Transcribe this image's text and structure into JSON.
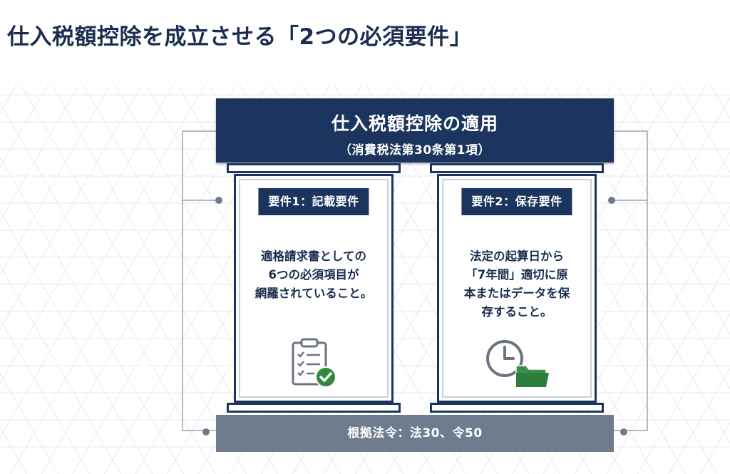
{
  "title": "仕入税額控除を成立させる「2つの必須要件」",
  "header": {
    "title": "仕入税額控除の適用",
    "subtitle": "（消費税法第30条第1項）"
  },
  "requirements": [
    {
      "label": "要件1：記載要件",
      "lines": [
        "適格請求書としての",
        "6つの必須項目が",
        "網羅されていること。"
      ],
      "icon": "clipboard-check-icon"
    },
    {
      "label": "要件2：保存要件",
      "lines": [
        "法定の起算日から",
        "「7年間」適切に原",
        "本またはデータを保",
        "存すること。"
      ],
      "icon": "clock-folder-icon"
    }
  ],
  "footer": {
    "text": "根拠法令：法30、令50"
  },
  "colors": {
    "navy": "#1b355f",
    "footer_gray": "#6e7c8e",
    "accent_green": "#2e8b3e",
    "icon_gray": "#6b7480"
  }
}
